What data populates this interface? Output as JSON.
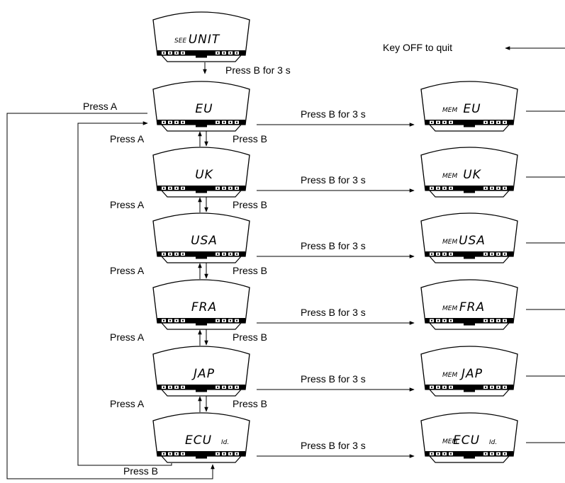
{
  "title": {
    "see_prefix": "SEE",
    "display_text": "UNIT",
    "press_label": "Press B for 3 s"
  },
  "quit_label": "Key OFF to quit",
  "return_label": "Press A",
  "last_loop_label": "Press B",
  "units": [
    {
      "code": "EU",
      "suffix": "",
      "left_label": "Press A",
      "right_label": "Press B",
      "confirm_label": "Press B for 3 s",
      "mem_prefix": "MEM"
    },
    {
      "code": "UK",
      "suffix": "",
      "left_label": "Press A",
      "right_label": "Press B",
      "confirm_label": "Press B for 3 s",
      "mem_prefix": "MEM"
    },
    {
      "code": "USA",
      "suffix": "",
      "left_label": "Press A",
      "right_label": "Press B",
      "confirm_label": "Press B for 3 s",
      "mem_prefix": "MEM"
    },
    {
      "code": "FRA",
      "suffix": "",
      "left_label": "Press A",
      "right_label": "Press B",
      "confirm_label": "Press B for 3 s",
      "mem_prefix": "MEM"
    },
    {
      "code": "JAP",
      "suffix": "",
      "left_label": "Press A",
      "right_label": "Press B",
      "confirm_label": "Press B for 3 s",
      "mem_prefix": "MEM"
    },
    {
      "code": "ECU",
      "suffix": "Id.",
      "confirm_label": "Press B for 3 s",
      "mem_prefix": "MEM"
    }
  ]
}
